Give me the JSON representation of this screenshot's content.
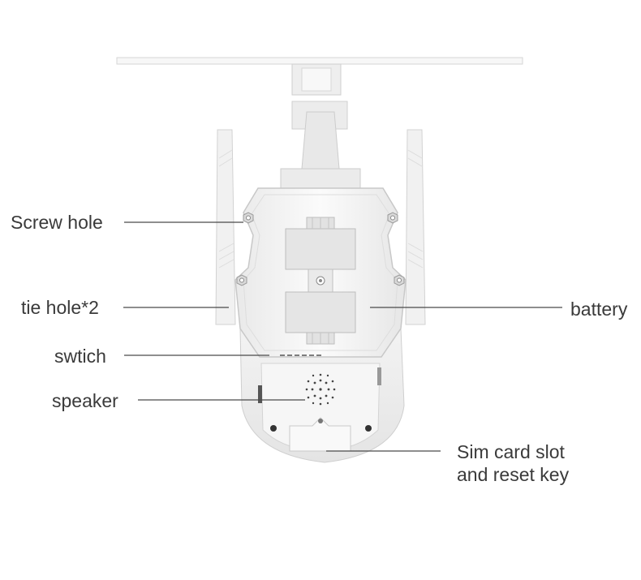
{
  "labels": {
    "screw_hole": "Screw hole",
    "tie_hole": "tie hole*2",
    "switch": "swtich",
    "speaker": "speaker",
    "battery": "battery",
    "sim_line1": "Sim card slot",
    "sim_line2": "and reset key"
  },
  "colors": {
    "label_text": "#3a3a3a",
    "leader_line": "#4a4a4a",
    "body_fill": "#f4f4f4",
    "body_stroke": "#cfcfcf",
    "shadow": "#e2e2e2"
  }
}
